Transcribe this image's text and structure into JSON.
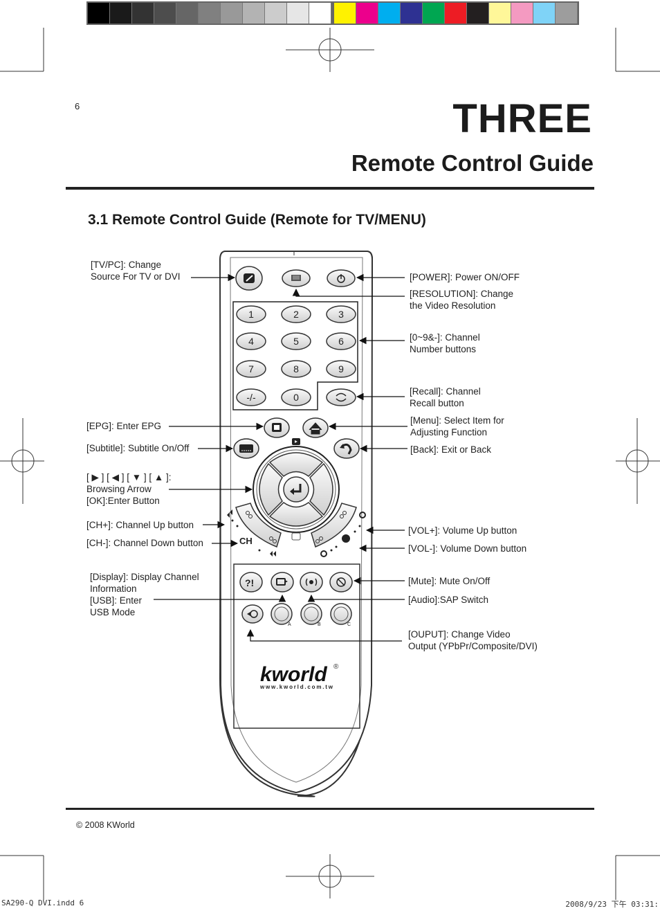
{
  "header": {
    "page_number": "6",
    "chapter_title": "THREE",
    "chapter_subtitle": "Remote Control Guide"
  },
  "section_title": "3.1 Remote Control Guide (Remote for TV/MENU)",
  "labels": {
    "tvpc_1": "[TV/PC]: Change",
    "tvpc_2": "Source For TV or DVI",
    "power": "[POWER]: Power ON/OFF",
    "resolution_1": "[RESOLUTION]: Change",
    "resolution_2": "the Video Resolution",
    "numbers_1": "[0~9&-]: Channel",
    "numbers_2": "Number buttons",
    "recall_1": "[Recall]: Channel",
    "recall_2": "Recall button",
    "epg": "[EPG]: Enter EPG",
    "menu_1": "[Menu]: Select Item for",
    "menu_2": "Adjusting Function",
    "subtitle": "[Subtitle]: Subtitle On/Off",
    "back": "[Back]: Exit or Back",
    "arrows_1": "[ ▶ ] [ ◀ ] [ ▼ ] [ ▲ ]:",
    "arrows_2": "Browsing Arrow",
    "arrows_3": "[OK]:Enter Button",
    "chup": "[CH+]: Channel Up button",
    "chdown": "[CH-]: Channel Down button",
    "volup": "[VOL+]: Volume Up button",
    "voldown": "[VOL-]: Volume Down button",
    "display_1": "[Display]: Display Channel",
    "display_2": "Information",
    "usb_1": "[USB]: Enter",
    "usb_2": "USB Mode",
    "mute": "[Mute]: Mute On/Off",
    "audio": "[Audio]:SAP Switch",
    "output_1": "[OUPUT]: Change Video",
    "output_2": "Output (YPbPr/Composite/DVI)"
  },
  "remote": {
    "keys": [
      "1",
      "2",
      "3",
      "4",
      "5",
      "6",
      "7",
      "8",
      "9",
      "-/-",
      "0"
    ],
    "brand": "kworld",
    "url": "www.kworld.com.tw",
    "ch_label": "CH",
    "abc": [
      "A",
      "B",
      "C"
    ]
  },
  "footer": "© 2008 KWorld",
  "slug": {
    "file": "SA290-Q DVI.indd   6",
    "date": "2008/9/23   下午 03:31:"
  },
  "colors": {
    "gray_bar": [
      "#000000",
      "#1a1a1a",
      "#333333",
      "#4d4d4d",
      "#666666",
      "#808080",
      "#999999",
      "#b3b3b3",
      "#cccccc",
      "#e6e6e6",
      "#ffffff"
    ],
    "color_bar": [
      "#fff200",
      "#ec008c",
      "#00aeef",
      "#2e3192",
      "#00a651",
      "#ed1c24",
      "#231f20",
      "#fff799",
      "#f49ac1",
      "#7fd3f7",
      "#9d9d9d"
    ]
  }
}
